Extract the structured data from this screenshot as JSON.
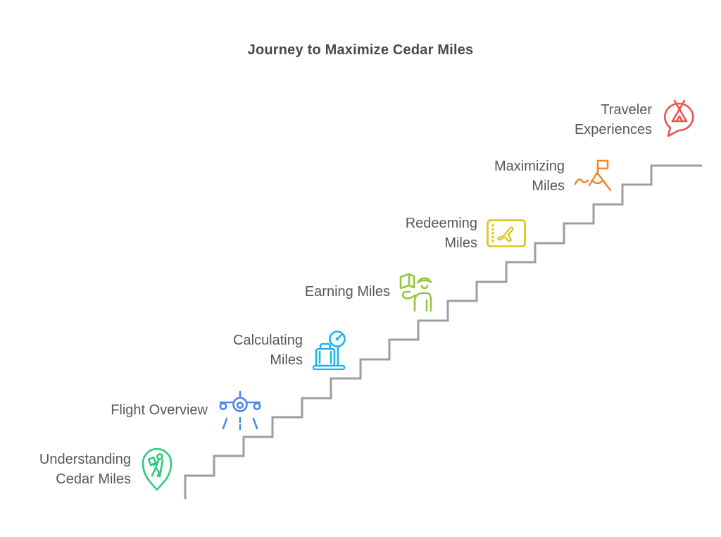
{
  "title": "Journey to Maximize Cedar Miles",
  "palette": {
    "background": "#ffffff",
    "staircase": "#9e9e9e",
    "title_text": "#4a4a4a",
    "label_text": "#575757"
  },
  "steps": [
    {
      "lines": [
        "Understanding",
        "Cedar Miles"
      ],
      "icon": "hiker-location-pin-icon",
      "color": "#2fc97c"
    },
    {
      "lines": [
        "Flight Overview"
      ],
      "icon": "airplane-landing-icon",
      "color": "#4a86ec"
    },
    {
      "lines": [
        "Calculating",
        "Miles"
      ],
      "icon": "luggage-scale-icon",
      "color": "#1fb3e6"
    },
    {
      "lines": [
        "Earning Miles"
      ],
      "icon": "passport-officer-icon",
      "color": "#93c83e"
    },
    {
      "lines": [
        "Redeeming",
        "Miles"
      ],
      "icon": "flight-ticket-icon",
      "color": "#e0c414"
    },
    {
      "lines": [
        "Maximizing",
        "Miles"
      ],
      "icon": "mountain-summit-flag-icon",
      "color": "#ec8a30"
    },
    {
      "lines": [
        "Traveler",
        "Experiences"
      ],
      "icon": "tent-chat-bubble-icon",
      "color": "#ee5253"
    }
  ]
}
